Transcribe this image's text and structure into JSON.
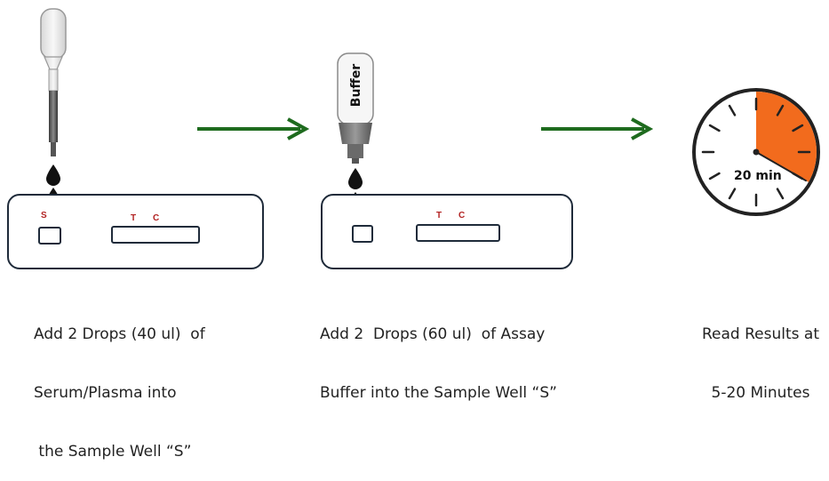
{
  "steps": [
    {
      "caption": [
        "Add 2 Drops (40 ul)  of",
        "Serum/Plasma into",
        " the Sample Well “S”"
      ],
      "cassette": {
        "sample_label": "S",
        "test_label": "T",
        "control_label": "C"
      }
    },
    {
      "caption": [
        "Add 2  Drops (60 ul)  of Assay",
        "Buffer into the Sample Well “S”"
      ],
      "bottle_label": "Buffer",
      "cassette": {
        "test_label": "T",
        "control_label": "C"
      }
    },
    {
      "caption": [
        "Read Results at",
        "5-20 Minutes"
      ],
      "timer": {
        "label": "20 min",
        "elapsed_fraction": 0.333
      }
    }
  ],
  "colors": {
    "arrow": "#1e6b1e",
    "timer_fill": "#f26b1d",
    "drop": "#111111",
    "mark": "#b22222",
    "outline": "#1f2b3a"
  },
  "icons": [
    "dropper-pipette-icon",
    "buffer-bottle-icon",
    "drop-icon",
    "right-arrow-icon",
    "timer-clock-icon"
  ]
}
